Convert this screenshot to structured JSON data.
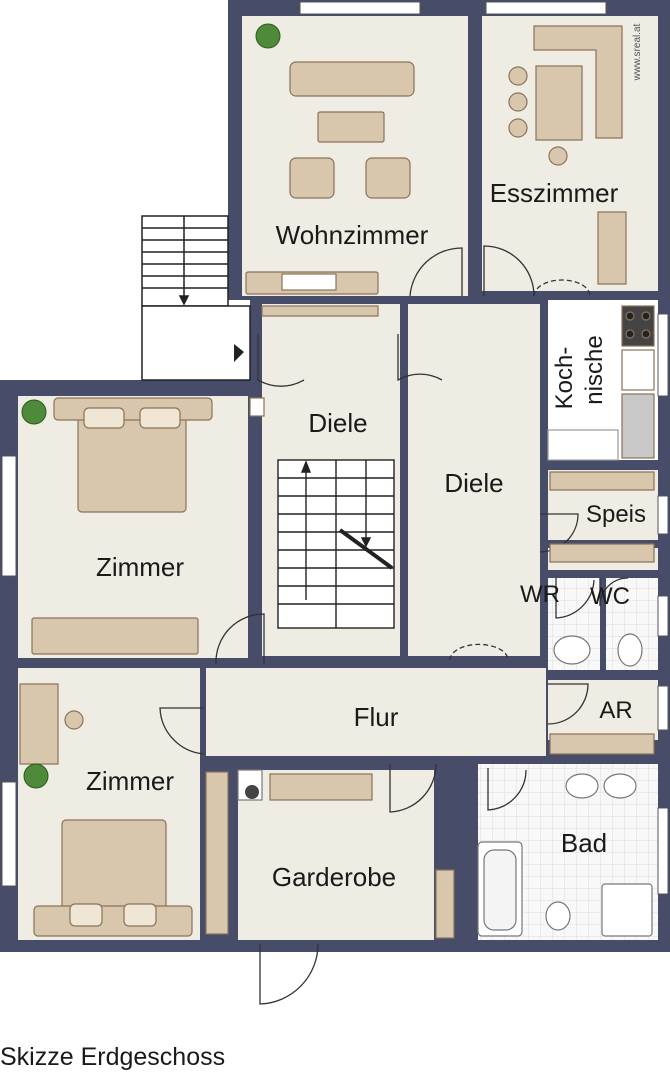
{
  "rooms": {
    "wohnzimmer": "Wohnzimmer",
    "esszimmer": "Esszimmer",
    "kochnische_line1": "Koch-",
    "kochnische_line2": "nische",
    "diele_top": "Diele",
    "diele_right": "Diele",
    "speis": "Speis",
    "zimmer_top": "Zimmer",
    "wr": "WR",
    "wc": "WC",
    "flur": "Flur",
    "ar": "AR",
    "zimmer_bottom": "Zimmer",
    "bad": "Bad",
    "garderobe": "Garderobe"
  },
  "watermark": "www.sreal.at",
  "caption": "Skizze Erdgeschoss",
  "colors": {
    "wall": "#474c69",
    "floor": "#efece4",
    "furniture_fill": "#d9c7ad",
    "furniture_stroke": "#8a7357",
    "tile": "#f6f6f6",
    "window": "#ffffff"
  }
}
